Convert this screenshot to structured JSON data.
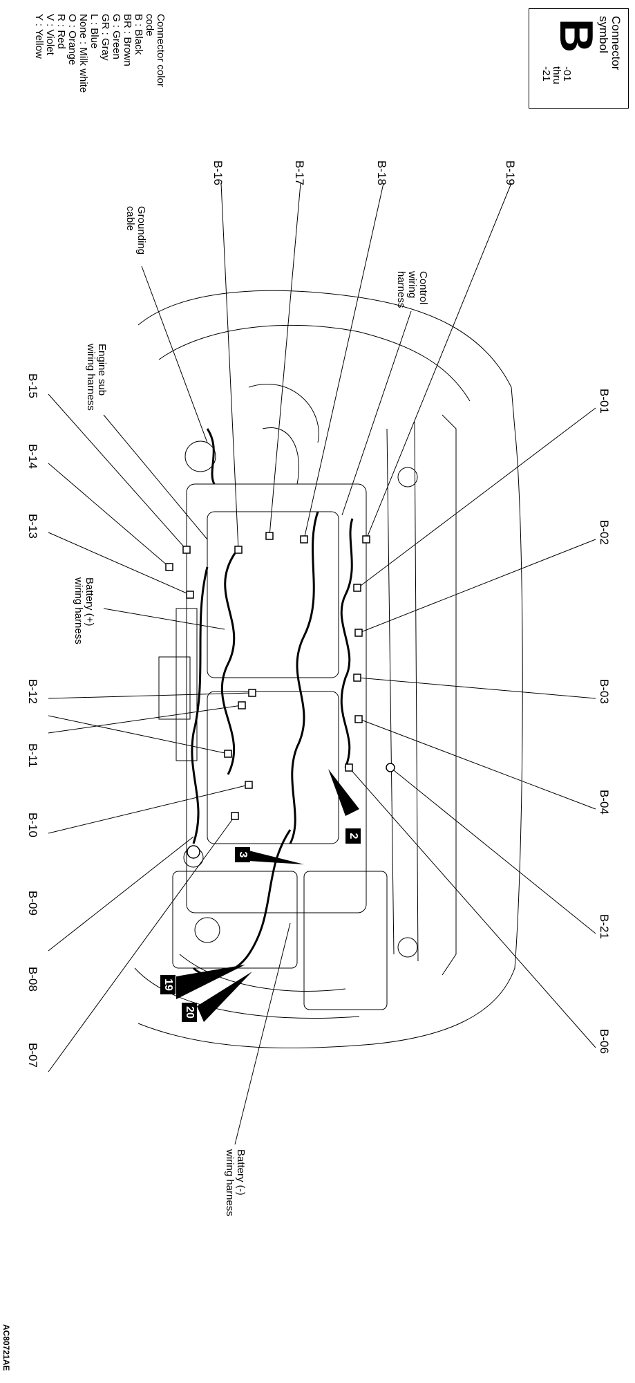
{
  "symbol": {
    "caption": "Connector symbol",
    "letter": "B",
    "range": [
      "-01",
      "thru",
      "-21"
    ]
  },
  "color_code": {
    "title": [
      "Connector color",
      "code"
    ],
    "items": [
      "B : Black",
      "BR : Brown",
      "G : Green",
      "GR : Gray",
      "L : Blue",
      "None : Milk white",
      "O : Orange",
      "R : Red",
      "V : Violet",
      "Y : Yellow"
    ]
  },
  "connectors": {
    "b01": "B-01",
    "b02": "B-02",
    "b03": "B-03",
    "b04": "B-04",
    "b06": "B-06",
    "b07": "B-07",
    "b08": "B-08",
    "b09": "B-09",
    "b10": "B-10",
    "b11": "B-11",
    "b12": "B-12",
    "b13": "B-13",
    "b14": "B-14",
    "b15": "B-15",
    "b16": "B-16",
    "b17": "B-17",
    "b18": "B-18",
    "b19": "B-19",
    "b21": "B-21"
  },
  "harnesses": {
    "grounding": [
      "Grounding",
      "cable"
    ],
    "control": [
      "Control",
      "wiring",
      "harness"
    ],
    "engine_sub": [
      "Engine sub",
      "wiring harness"
    ],
    "battery_pos": [
      "Battery (+)",
      "wiring harness"
    ],
    "battery_neg": [
      "Battery (-)",
      "wiring harness"
    ]
  },
  "callouts": {
    "c2": "2",
    "c3": "3",
    "c19": "19",
    "c20": "20"
  },
  "figure_code": "AC80721AE"
}
